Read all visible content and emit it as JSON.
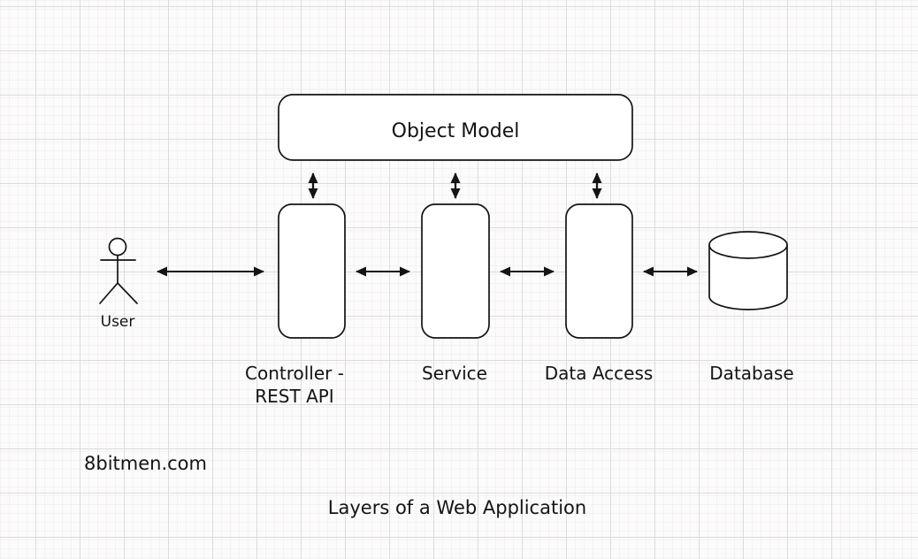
{
  "colors": {
    "ink": "#141414",
    "node_fill": "#ffffff",
    "background": "#fcfbfb",
    "grid_major": "#dcdcdc",
    "grid_minor": "#f5f1f1"
  },
  "diagram": {
    "title": "Layers of a Web Application",
    "watermark": "8bitmen.com",
    "object_model_label": "Object Model",
    "user_label": "User",
    "controller_label_line1": "Controller -",
    "controller_label_line2": "REST API",
    "service_label": "Service",
    "data_access_label": "Data Access",
    "database_label": "Database"
  }
}
